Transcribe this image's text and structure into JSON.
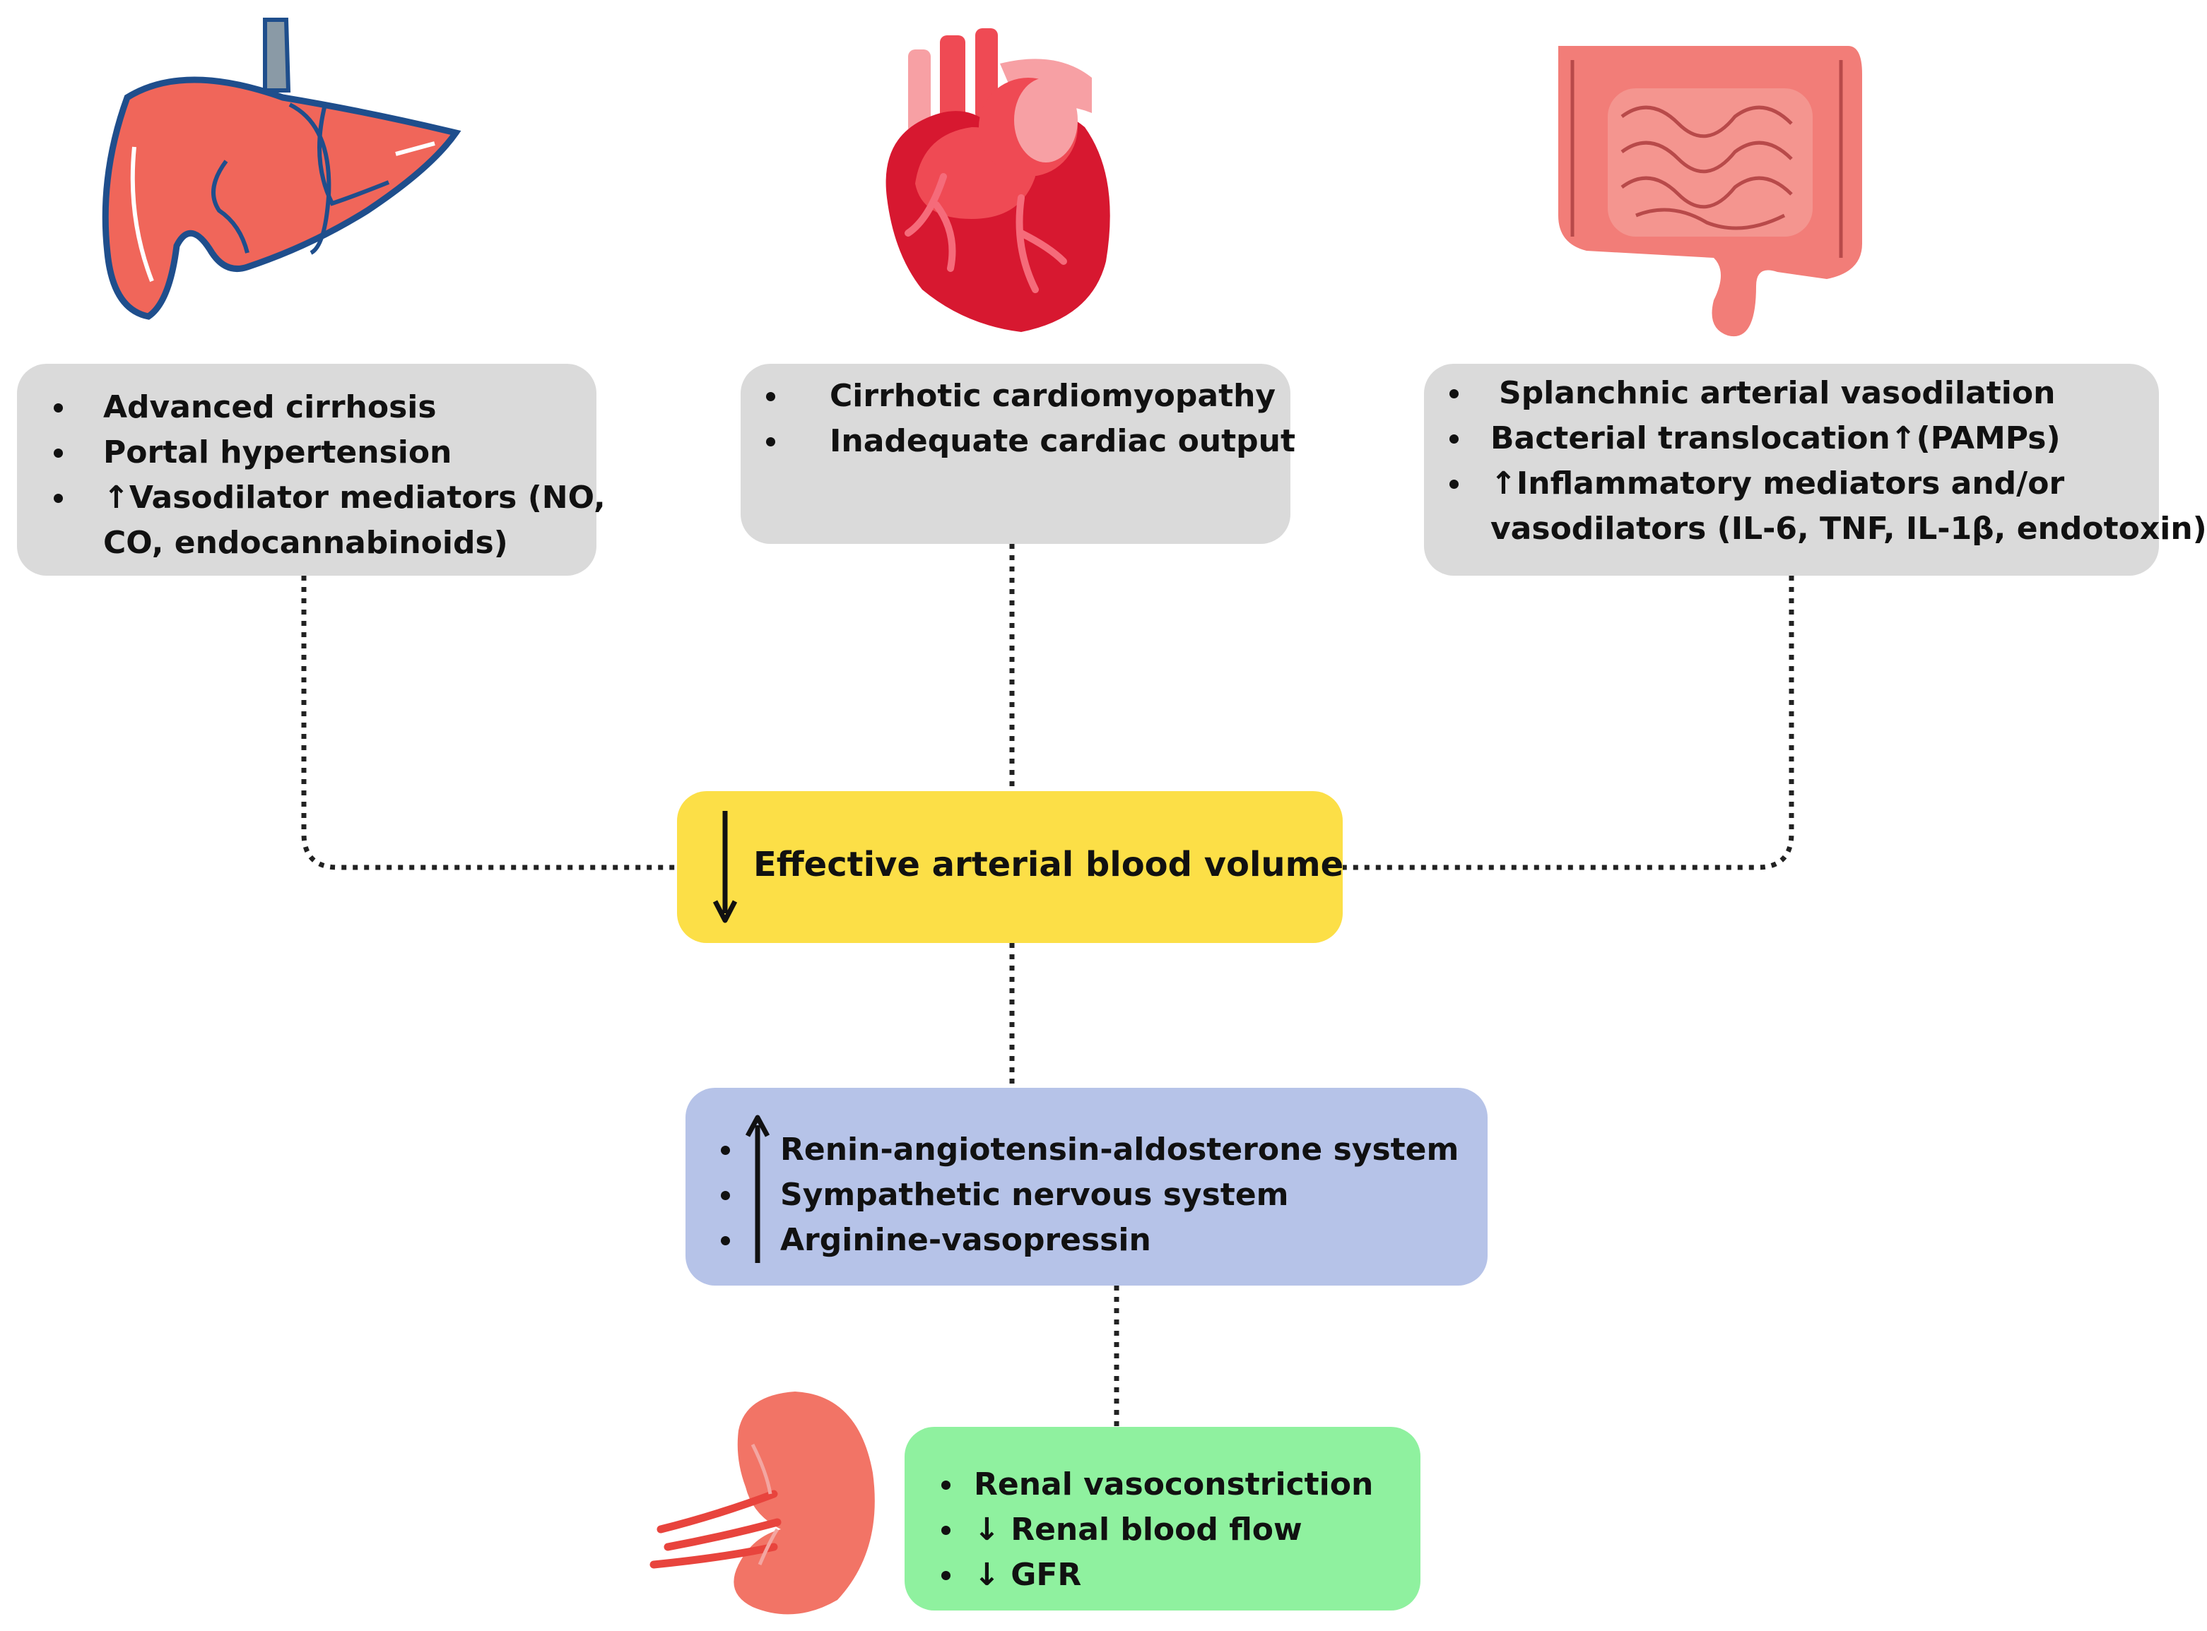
{
  "liver_box": {
    "items": [
      "Advanced cirrhosis",
      "Portal hypertension",
      "Vasodilator mediators (NO,",
      "CO, endocannabinoids)"
    ],
    "arrow": "↑"
  },
  "heart_box": {
    "items": [
      "Cirrhotic cardiomyopathy",
      "Inadequate cardiac output"
    ]
  },
  "gut_box": {
    "items": [
      "Splanchnic arterial vasodilation",
      "Bacterial translocation",
      "(PAMPs)",
      "Inflammatory mediators and/or",
      "vasodilators (IL-6, TNF, IL-1β, endotoxin)"
    ],
    "arrow": "↑"
  },
  "central_box": {
    "label": "Effective arterial blood volume",
    "arrow": "↓"
  },
  "neuro_box": {
    "items": [
      "Renin-angiotensin-aldosterone system",
      "Sympathetic nervous system",
      "Arginine-vasopressin"
    ],
    "arrow": "↑"
  },
  "kidney_box": {
    "items": [
      "Renal vasoconstriction",
      "Renal blood flow",
      "GFR"
    ],
    "arrow": "↓"
  },
  "colors": {
    "gray_box": "#dadada",
    "yellow_box": "#fcdf47",
    "blue_box": "#b6c3e8",
    "green_box": "#8ff19f",
    "organ_red": "#f0665a",
    "liver_outline": "#1f4e8c"
  },
  "icons": [
    "liver-icon",
    "heart-icon",
    "intestine-icon",
    "kidney-icon"
  ]
}
